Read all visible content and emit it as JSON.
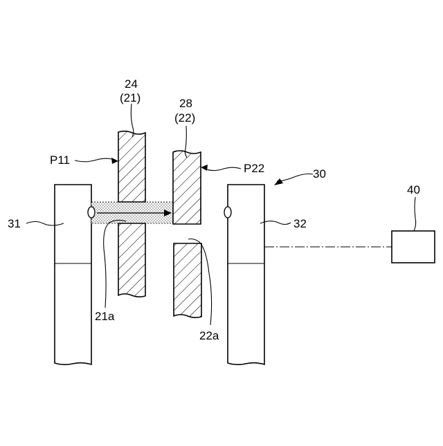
{
  "labels": {
    "plate_upper": "24",
    "plate_upper_sub": "(21)",
    "plate_right": "28",
    "plate_right_sub": "(22)",
    "point_p11": "P11",
    "point_p22": "P22",
    "unit_30": "30",
    "unit_40": "40",
    "column_31": "31",
    "column_32": "32",
    "hole_21a": "21a",
    "gap_22a": "22a"
  }
}
